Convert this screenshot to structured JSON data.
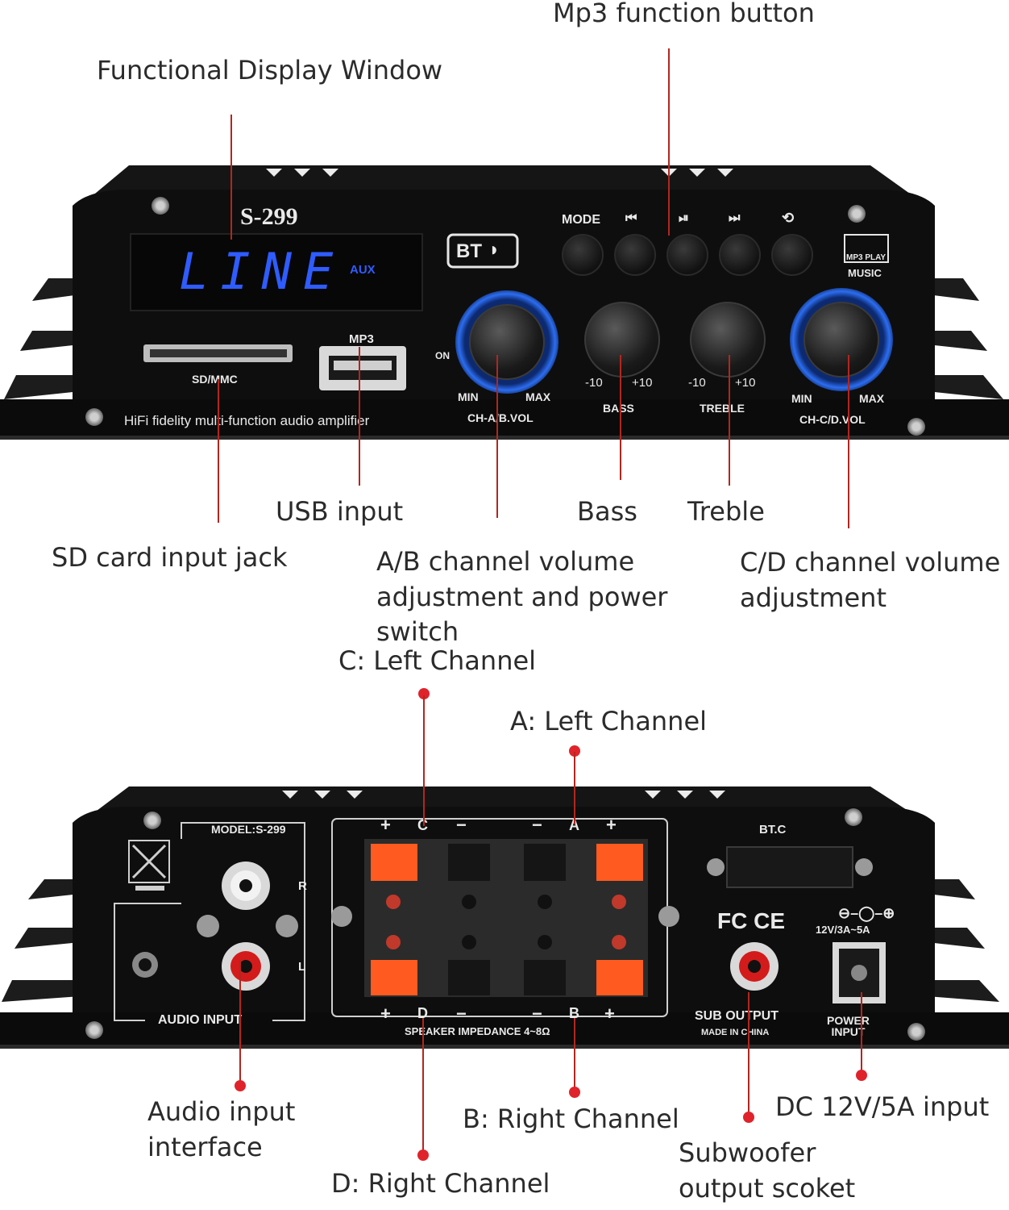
{
  "callouts": {
    "mp3_button": "Mp3 function button",
    "display_window": "Functional Display Window",
    "usb_input": "USB input",
    "bass": "Bass",
    "treble": "Treble",
    "sd_card": "SD card input jack",
    "ab_volume": "A/B channel volume\nadjustment and power\nswitch",
    "cd_volume": "C/D channel volume\nadjustment",
    "c_left": "C: Left  Channel",
    "a_left": "A: Left  Channel",
    "audio_input_iface": "Audio input\ninterface",
    "b_right": "B: Right Channel",
    "dc_input": "DC 12V/5A input",
    "d_right": "D: Right Channel",
    "subwoofer": "Subwoofer\noutput scoket"
  },
  "front_panel": {
    "model": "S-299",
    "display_text": "LINE",
    "display_aux": "AUX",
    "bt_label": "BT",
    "buttons": [
      "MODE",
      "⏮",
      "⏯",
      "⏭",
      "⟲"
    ],
    "mp3play_logo": "MP3 PLAY",
    "music_label": "MUSIC",
    "sd_label": "SD/MMC",
    "mp3_label": "MP3",
    "tagline": "HiFi fidelity multi-function audio amplifier",
    "on_label": "ON",
    "ab_min": "MIN",
    "ab_max": "MAX",
    "ab_name": "CH-A/B.VOL",
    "bass_min": "-10",
    "bass_max": "+10",
    "bass_name": "BASS",
    "treble_min": "-10",
    "treble_max": "+10",
    "treble_name": "TREBLE",
    "cd_min": "MIN",
    "cd_max": "MAX",
    "cd_name": "CH-C/D.VOL"
  },
  "rear_panel": {
    "model": "MODEL:S-299",
    "r_label": "R",
    "l_label": "L",
    "audio_input": "AUDIO INPUT",
    "top_plus_c": "+",
    "top_c": "C",
    "top_minus_c": "−",
    "top_minus_a": "−",
    "top_a": "A",
    "top_plus_a": "+",
    "bot_plus_d": "+",
    "bot_d": "D",
    "bot_minus_d": "−",
    "bot_minus_b": "−",
    "bot_b": "B",
    "bot_plus_b": "+",
    "impedance": "SPEAKER IMPEDANCE 4~8Ω",
    "btc": "BT.C",
    "fcc_ce": "FC CE",
    "power_spec": "12V/3A~5A",
    "sub_output": "SUB OUTPUT",
    "made_in": "MADE IN CHINA",
    "power_input": "POWER\nINPUT"
  },
  "colors": {
    "leader": "#b3261e",
    "dot": "#e0232b",
    "display_blue": "#2f5cff",
    "terminal_orange": "#ff5a1f"
  }
}
